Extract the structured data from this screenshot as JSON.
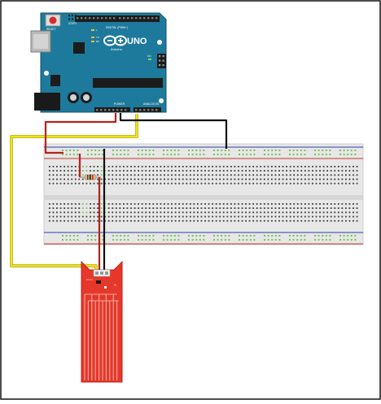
{
  "board": {
    "reset_label": "RESET",
    "icsp_label": "ICSP2",
    "tx_label": "TX",
    "rx_label": "RX",
    "logo_text": "UNO",
    "brand": "Arduino",
    "digital_label": "DIGITAL (PWM~)",
    "power_label": "POWER",
    "analog_label": "ANALOG IN",
    "on_label": "ON",
    "l_label": "L"
  },
  "sensor": {
    "label": "S"
  },
  "colors": {
    "board": "#1e7a9c",
    "breadboard": "#e6e6e6",
    "wire_power": "#b4231c",
    "wire_ground": "#111111",
    "wire_signal": "#f2e600",
    "sensor": "#e5382b"
  }
}
